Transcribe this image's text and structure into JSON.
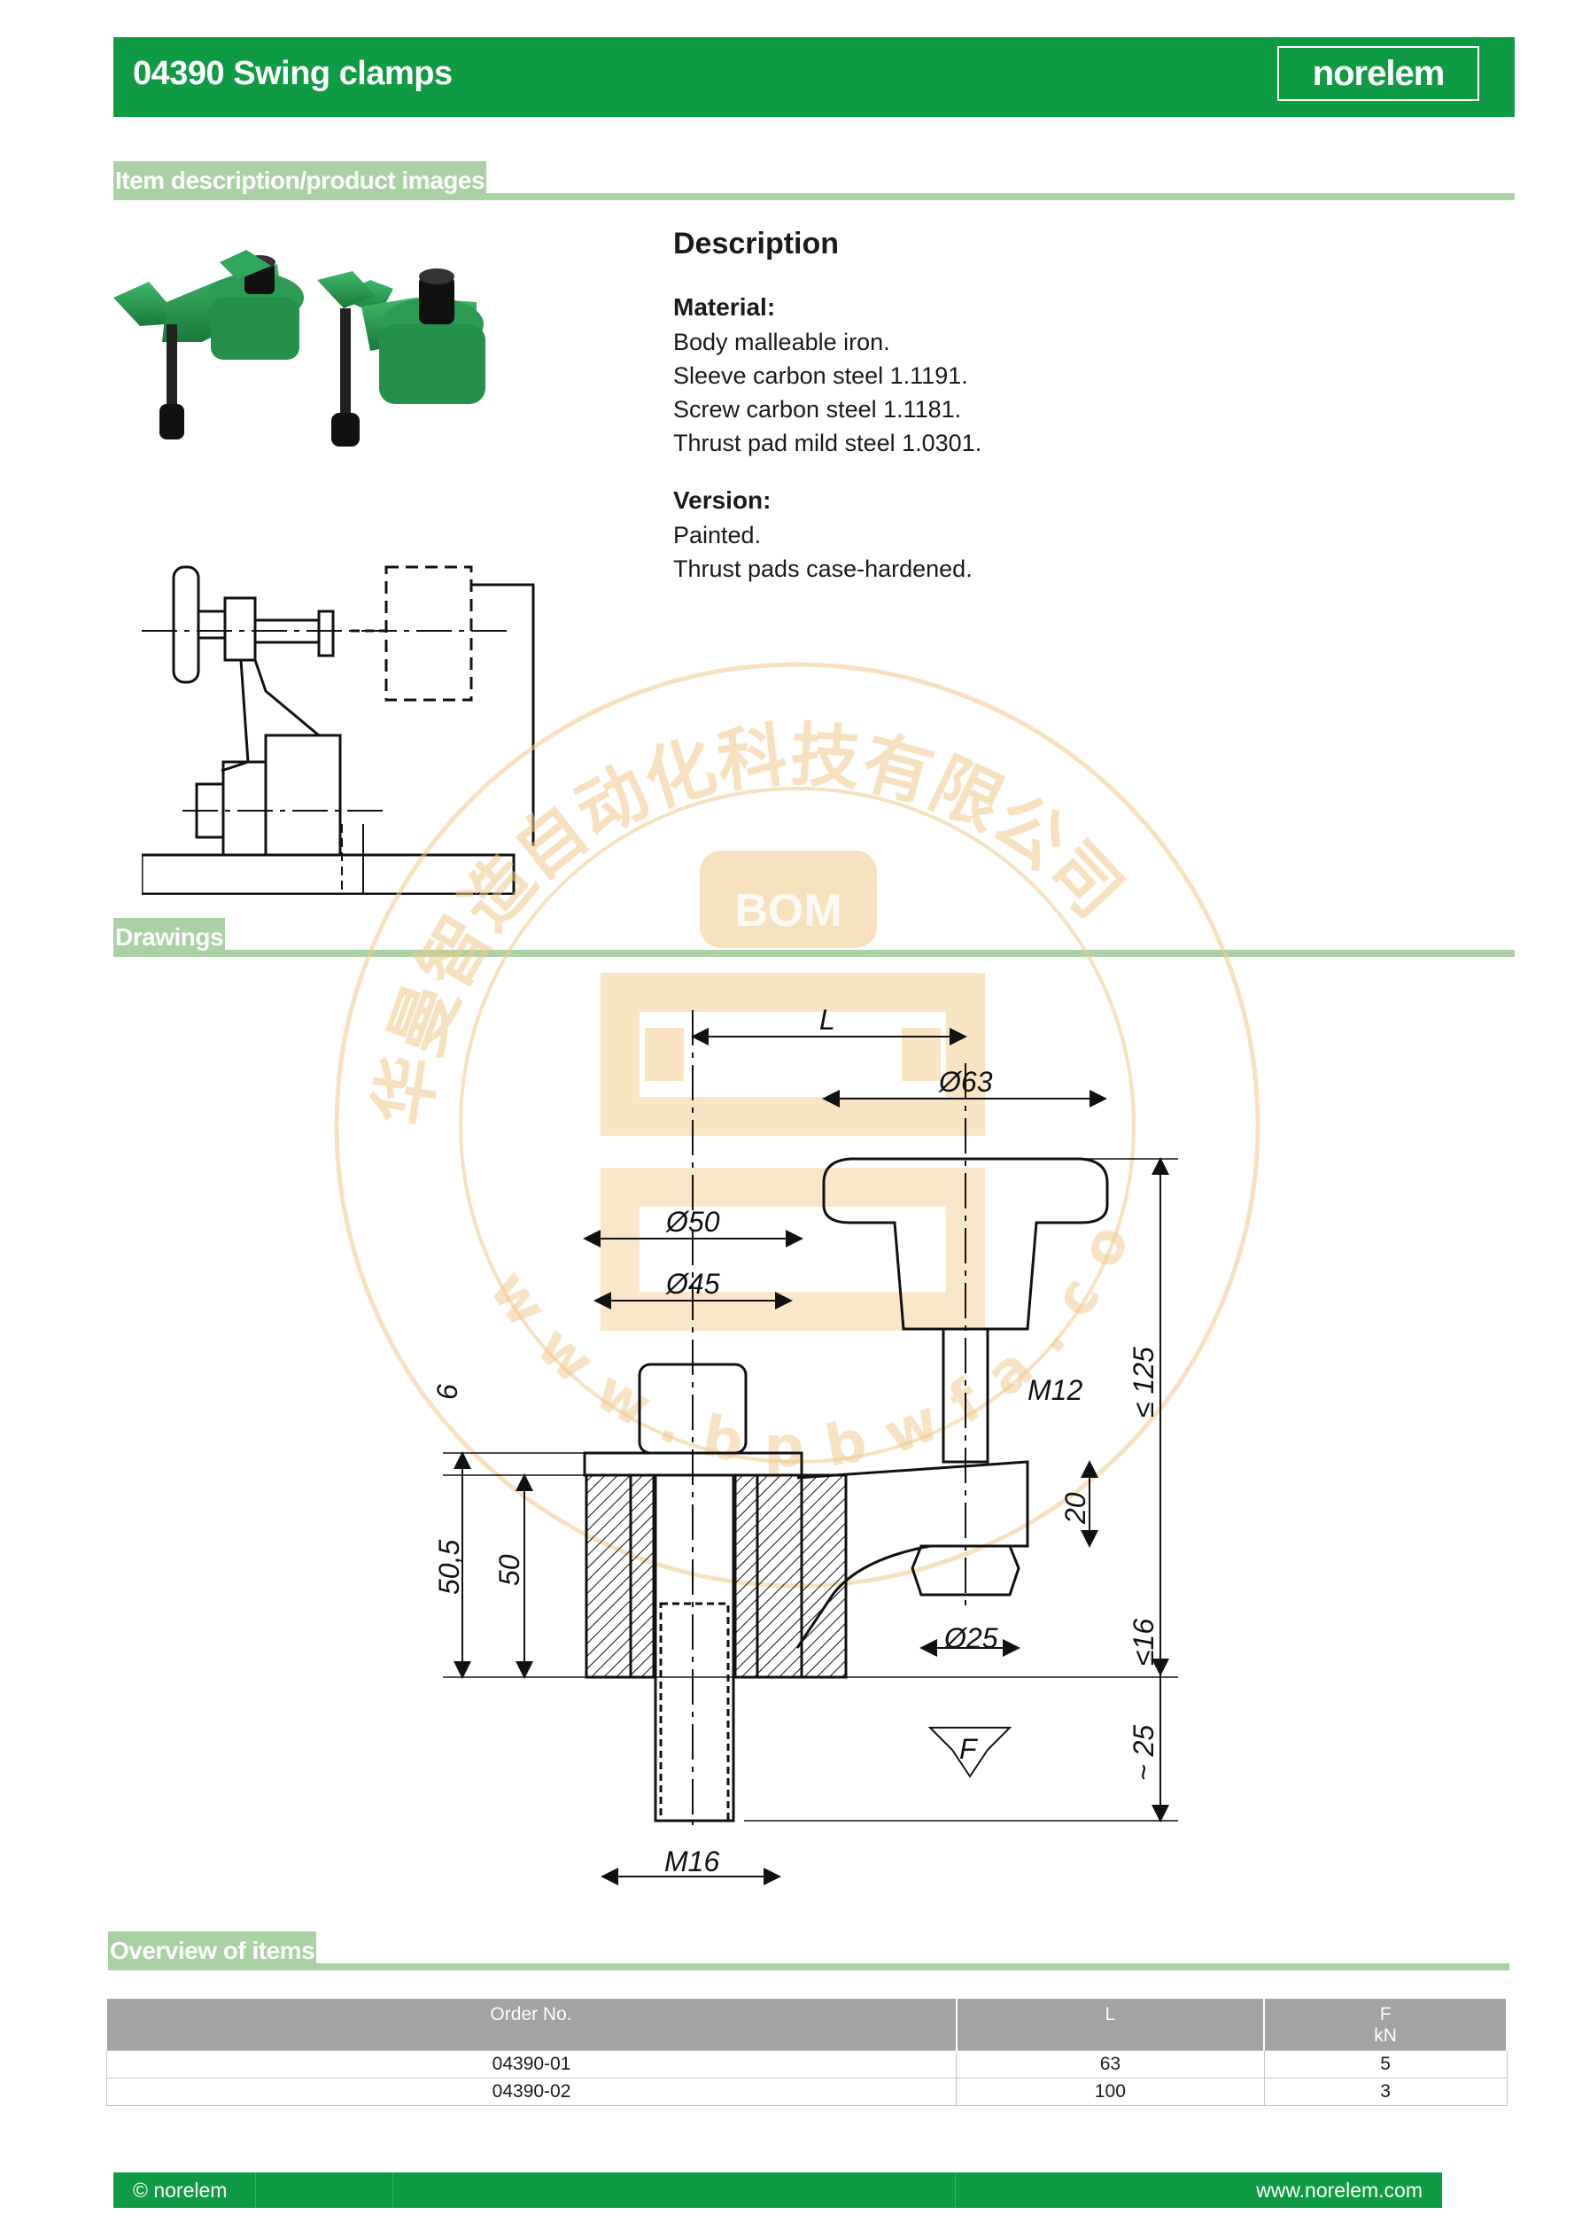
{
  "header": {
    "title": "04390 Swing clamps",
    "logo_text": "norelem"
  },
  "sections": {
    "description_label": "Item description/product images",
    "drawings_label": "Drawings",
    "overview_label": "Overview of items"
  },
  "description": {
    "heading": "Description",
    "material_label": "Material:",
    "material_lines": [
      "Body malleable iron.",
      "Sleeve carbon steel 1.1191.",
      "Screw carbon steel 1.1181.",
      "Thrust pad mild steel 1.0301."
    ],
    "version_label": "Version:",
    "version_lines": [
      "Painted.",
      "Thrust pads case-hardened."
    ]
  },
  "drawing": {
    "dim_L": "L",
    "dim_d63": "Ø63",
    "dim_d50": "Ø50",
    "dim_d45": "Ø45",
    "dim_M12": "M12",
    "dim_6": "6",
    "dim_50_5": "50,5",
    "dim_50": "50",
    "dim_20": "20",
    "dim_125": "≤ 125",
    "dim_16": "≤16",
    "dim_25": "~ 25",
    "dim_d25": "Ø25",
    "dim_F": "F",
    "dim_M16": "M16"
  },
  "watermark": {
    "arc_text": "华曼智造自动化科技有限公司",
    "center_text": "BOM",
    "lower_text": "www.bpbwfa.com"
  },
  "table": {
    "headers": {
      "order": "Order No.",
      "l": "L",
      "f": "F",
      "f_unit": "kN"
    },
    "rows": [
      {
        "order": "04390-01",
        "l": "63",
        "f": "5"
      },
      {
        "order": "04390-02",
        "l": "100",
        "f": "3"
      }
    ]
  },
  "footer": {
    "left": "© norelem",
    "right": "www.norelem.com"
  },
  "colors": {
    "brand_green": "#0f9a44",
    "section_green": "#a9d1a3",
    "table_header": "#a3a3a3",
    "watermark": "#f3c98a"
  }
}
